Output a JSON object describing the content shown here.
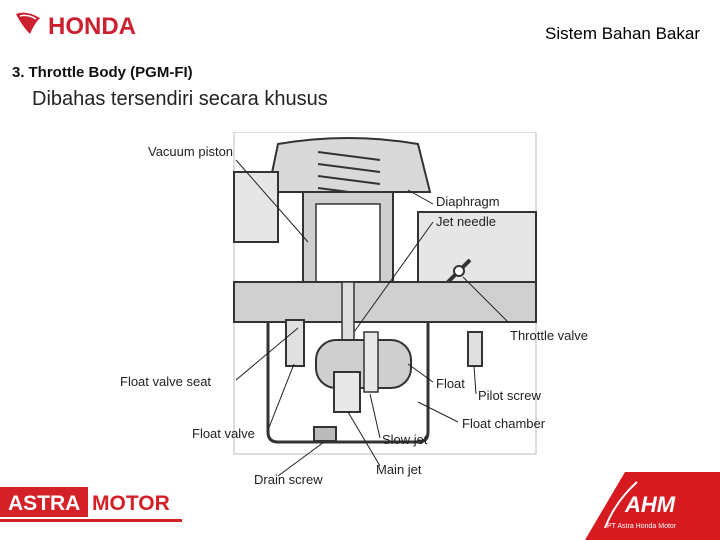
{
  "header": {
    "brand_logo_text": "HONDA",
    "slide_title": "Sistem Bahan Bakar"
  },
  "content": {
    "section_number": "3.",
    "section_title": "Throttle Body (PGM-FI)",
    "subtitle": "Dibahas tersendiri secara khusus"
  },
  "diagram": {
    "labels": {
      "vacuum_piston": "Vacuum piston",
      "diaphragm": "Diaphragm",
      "jet_needle": "Jet needle",
      "throttle_valve": "Throttle valve",
      "float_valve_seat": "Float valve seat",
      "float": "Float",
      "pilot_screw": "Pilot screw",
      "float_chamber": "Float chamber",
      "float_valve": "Float valve",
      "slow_jet": "Slow jet",
      "main_jet": "Main jet",
      "drain_screw": "Drain screw"
    }
  },
  "footer": {
    "astra_part1": "ASTRA",
    "astra_part2": "MOTOR",
    "ahm_logo": "AHM",
    "ahm_caption": "PT Astra Honda Motor"
  },
  "colors": {
    "honda_red": "#cc1f2f",
    "ahm_red": "#d71920",
    "astra_red": "#d42027"
  }
}
